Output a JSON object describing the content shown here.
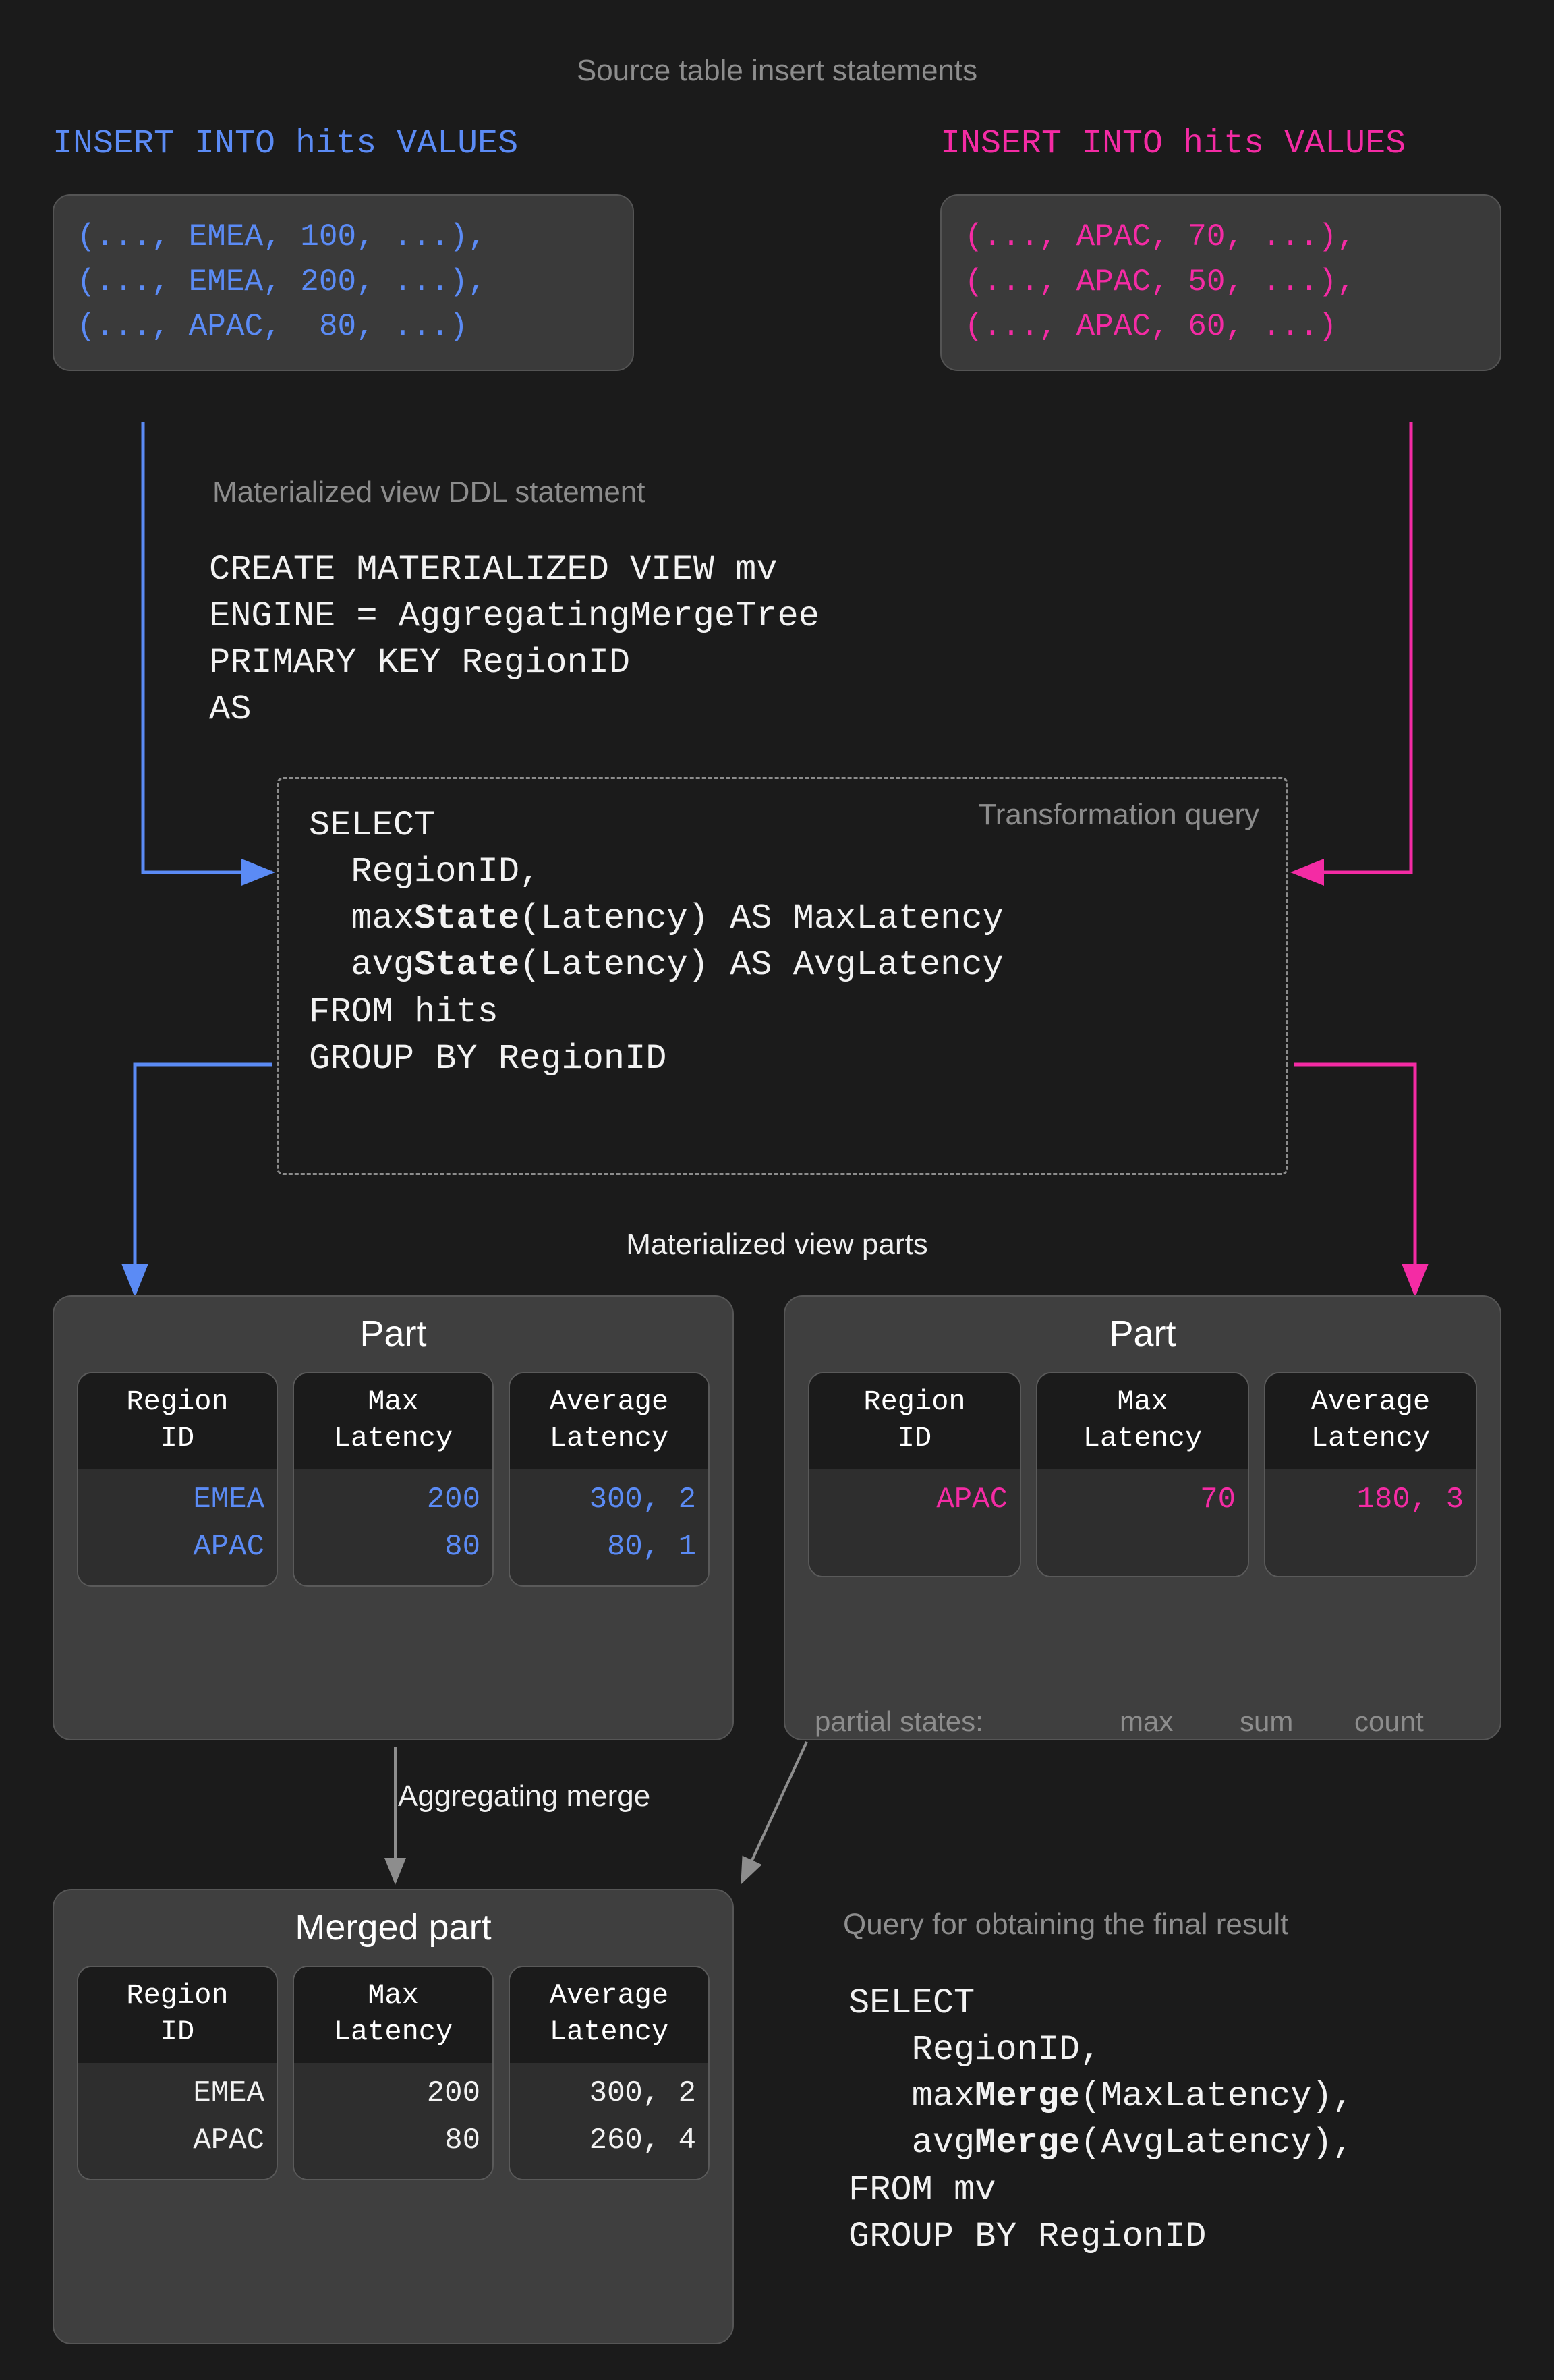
{
  "colors": {
    "background": "#1b1b1b",
    "blue": "#5b8bf5",
    "pink": "#f42ba4",
    "grey_text": "#8d8d8d",
    "white_text": "#f2f2f2",
    "card_bg": "#3f3f3f",
    "card_border": "#565656",
    "column_bg": "#2e2e2e"
  },
  "headers": {
    "source_inserts": "Source table insert statements",
    "mv_ddl": "Materialized view DDL statement",
    "transformation_query": "Transformation query",
    "mv_parts": "Materialized view parts",
    "aggregating_merge": "Aggregating merge",
    "final_query": "Query for obtaining the final result"
  },
  "inserts": [
    {
      "id": "left",
      "color": "#5b8bf5",
      "statement": "INSERT INTO hits VALUES",
      "rows": [
        "(..., EMEA, 100, ...),",
        "(..., EMEA, 200, ...),",
        "(..., APAC,  80, ...)"
      ]
    },
    {
      "id": "right",
      "color": "#f42ba4",
      "statement": "INSERT INTO hits VALUES",
      "rows": [
        "(..., APAC, 70, ...),",
        "(..., APAC, 50, ...),",
        "(..., APAC, 60, ...)"
      ]
    }
  ],
  "ddl": {
    "line1": "CREATE MATERIALIZED VIEW mv",
    "line2": "ENGINE = AggregatingMergeTree",
    "line3": "PRIMARY KEY RegionID",
    "line4": "AS"
  },
  "transformation_query": {
    "l1": "SELECT",
    "l2": "  RegionID,",
    "l3_pre": "  max",
    "l3_bold": "State",
    "l3_post": "(Latency) AS MaxLatency",
    "l4_pre": "  avg",
    "l4_bold": "State",
    "l4_post": "(Latency) AS AvgLatency",
    "l5": "FROM hits",
    "l6": "GROUP BY RegionID"
  },
  "parts": [
    {
      "id": "part-left",
      "title": "Part",
      "value_color": "#5b8bf5",
      "columns": [
        {
          "header": "Region\nID",
          "values": [
            "EMEA",
            "APAC"
          ]
        },
        {
          "header": "Max\nLatency",
          "values": [
            "200",
            "80"
          ]
        },
        {
          "header": "Average\nLatency",
          "values": [
            "300, 2",
            "80, 1"
          ]
        }
      ]
    },
    {
      "id": "part-right",
      "title": "Part",
      "value_color": "#f42ba4",
      "columns": [
        {
          "header": "Region\nID",
          "values": [
            "APAC"
          ]
        },
        {
          "header": "Max\nLatency",
          "values": [
            "70"
          ]
        },
        {
          "header": "Average\nLatency",
          "values": [
            "180, 3"
          ]
        }
      ]
    }
  ],
  "partial_states": {
    "label": "partial states:",
    "max": "max",
    "sum": "sum",
    "count": "count"
  },
  "merged_part": {
    "title": "Merged part",
    "value_color": "#f2f2f2",
    "columns": [
      {
        "header": "Region\nID",
        "values": [
          "EMEA",
          "APAC"
        ]
      },
      {
        "header": "Max\nLatency",
        "values": [
          "200",
          "80"
        ]
      },
      {
        "header": "Average\nLatency",
        "values": [
          "300, 2",
          "260, 4"
        ]
      }
    ]
  },
  "final_query": {
    "l1": "SELECT",
    "l2": "   RegionID,",
    "l3_pre": "   max",
    "l3_bold": "Merge",
    "l3_post": "(MaxLatency),",
    "l4_pre": "   avg",
    "l4_bold": "Merge",
    "l4_post": "(AvgLatency),",
    "l5": "FROM mv",
    "l6": "GROUP BY RegionID"
  }
}
